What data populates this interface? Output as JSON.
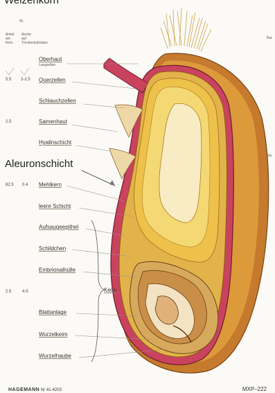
{
  "title": "Weizenkorn",
  "percent_header": "%",
  "column_headers": {
    "col1": [
      "Anteil",
      "am",
      "Korn"
    ],
    "col2": [
      "Asche",
      "auf",
      "Trockensubstanz"
    ]
  },
  "values": {
    "oberhaut_left": "5.5",
    "oberhaut_right": "2-2.5",
    "samenhaut": "2.5",
    "mehlkern_left": "82.5",
    "mehlkern_right": "0.4",
    "keim_left": "2.5",
    "keim_right": "4-5"
  },
  "labels": {
    "oberhaut": "Oberhaut",
    "laengszellen": "Langzellen",
    "querzellen": "Querzellen",
    "schlauchzellen": "Schlauchzellen",
    "samenhaut": "Samenhaut",
    "hyalinschicht": "Hyalinschicht",
    "mehlkern": "Mehlkern",
    "leere_schicht": "leere Schicht",
    "aufsaugeepithel": "Aufsaugeepithel",
    "schildchen": "Schildchen",
    "embrionalhuelle": "Embrionalhülle",
    "keim": "Keim",
    "blattanlage": "Blattanlage",
    "wurzelkeim": "Wurzelkeim",
    "wurzelhaube": "Wurzelhaube"
  },
  "annotation": "Aleuronschicht",
  "right_labels": {
    "bart": "Bar",
    "kleie": "Kle"
  },
  "footer": {
    "brand": "HAGEMANN",
    "catalog": "Nr 41-4203",
    "code": "MXP–222"
  },
  "colors": {
    "outer_skin": "#c9435f",
    "brown": "#b96e2a",
    "orange": "#d9932e",
    "yellow_dark": "#e7bf36",
    "yellow_light": "#f3dc7e",
    "core": "#f8ecc4",
    "embryo": "#d7a95c"
  }
}
